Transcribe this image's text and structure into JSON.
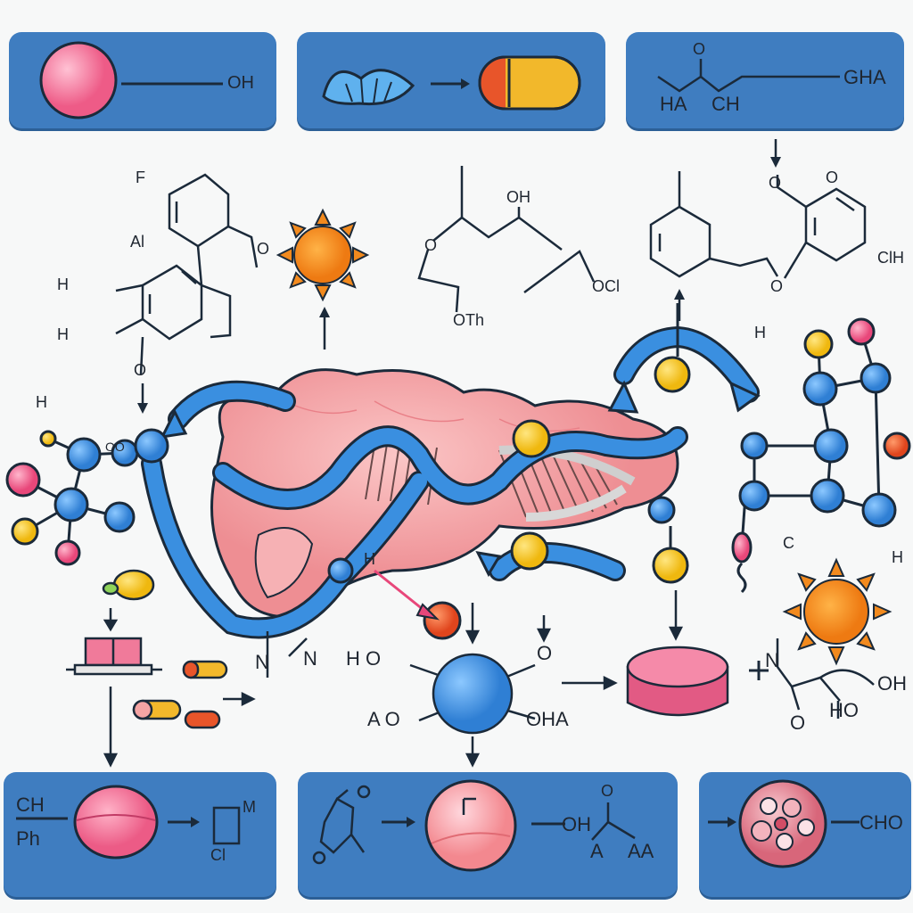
{
  "top_panels": [
    {
      "formula": "OH"
    },
    {},
    {
      "left_a": "HA",
      "left_b": "CH",
      "left_o": "O",
      "right": "GHA"
    }
  ],
  "bottom_panels": [
    {
      "a": "CH",
      "b": "Ph",
      "c": "Cl",
      "d": "M"
    },
    {
      "a": "OH",
      "b": "O",
      "c": "A",
      "d": "AA"
    },
    {
      "a": "CHO"
    }
  ],
  "structure_labels": {
    "s1_f": "F",
    "s1_a": "Al",
    "s1_h1": "H",
    "s1_h2": "H",
    "s1_o": "O",
    "s2_oh": "OH",
    "s2_o1": "O",
    "s2_oth": "OTh",
    "s2_ocl": "OCl",
    "s3_o1": "O",
    "s3_o2": "O",
    "s3_o3": "O",
    "s3_cl": "ClH",
    "h_mid_right": "H",
    "h_left": "H",
    "ooo": "OO",
    "c_right": "C",
    "h_right": "H"
  },
  "bottom_row_labels": {
    "n_left": "N",
    "n_right": "N",
    "h2o": "H O",
    "o_top": "O",
    "a2o": "A O",
    "oha": "OHA",
    "h_arrow": "H",
    "n_plus": "N",
    "oh_end": "OH",
    "o_bottom": "O",
    "ho": "HO"
  },
  "colors": {
    "panel": "#3f7dc0",
    "ribbon": "#3a8fe0",
    "tissue": "#f4a5a8",
    "sun": "#f28a1e",
    "atom_blue": "#3b8fe0",
    "atom_yellow": "#f5c518",
    "atom_pink": "#ef5f8a",
    "atom_red": "#e8552a",
    "tablet": "#f07a9a"
  }
}
